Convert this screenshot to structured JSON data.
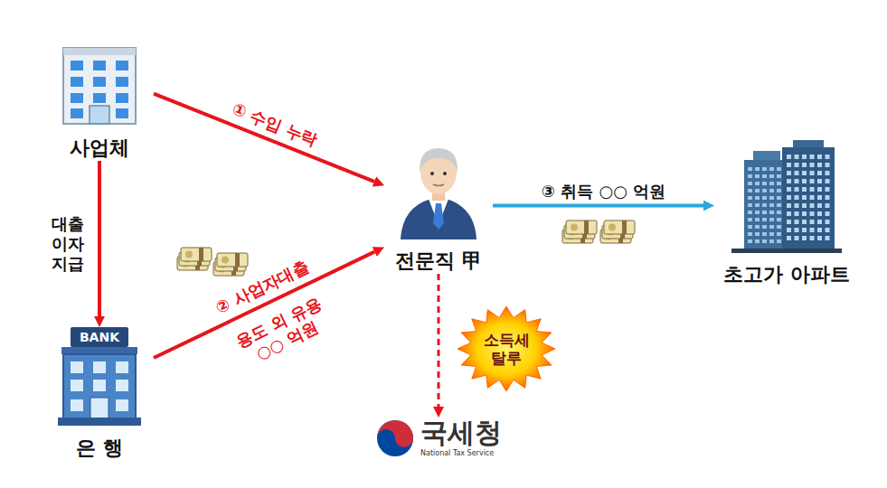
{
  "diagram": {
    "nodes": [
      {
        "text": [
          "사업체"
        ]
      },
      {
        "text": [
          "전문직 甲"
        ]
      },
      {
        "text": [
          "초고가 아파트"
        ]
      },
      {
        "text": [
          "BANK",
          "은 행"
        ]
      },
      {
        "text": [
          "소득세 탈루"
        ]
      },
      {
        "text": [
          "국세청",
          "National Tax Service"
        ]
      }
    ],
    "edges": [
      {
        "from": 0,
        "to": 1,
        "arrow": "to",
        "label": "① 수입 누락"
      },
      {
        "from": 0,
        "to": 3,
        "arrow": "to",
        "label": "대출 이자 지급"
      },
      {
        "from": 3,
        "to": 1,
        "arrow": "to",
        "label": "② 사업자대출"
      },
      {
        "from": 1,
        "to": 2,
        "arrow": "to",
        "label": "③ 취득 ○○ 억원"
      },
      {
        "from": 1,
        "to": 5,
        "arrow": "to"
      }
    ],
    "labels": [
      "용도 외 유용 ○○ 억원"
    ]
  }
}
